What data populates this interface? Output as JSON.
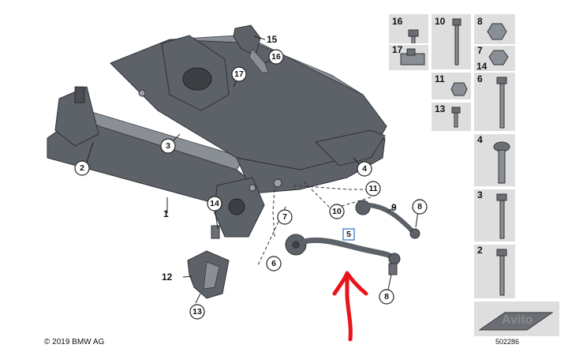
{
  "copyright": "© 2019 BMW AG",
  "image_code": "502286",
  "watermark": "Avito",
  "selected_part": "5",
  "callouts": [
    "1",
    "2",
    "3",
    "4",
    "6",
    "7",
    "8",
    "9",
    "10",
    "11",
    "12",
    "13",
    "14",
    "15",
    "16",
    "17"
  ],
  "legend": [
    {
      "number": "16"
    },
    {
      "number": "10"
    },
    {
      "number": "8"
    },
    {
      "number": "17"
    },
    {
      "number": "7"
    },
    {
      "number": "14"
    },
    {
      "number": "11"
    },
    {
      "number": "6"
    },
    {
      "number": "13"
    },
    {
      "number": "4"
    },
    {
      "number": "3"
    },
    {
      "number": "2"
    }
  ],
  "colors": {
    "part": "#5d6168",
    "panel": "#dedede",
    "highlight_arrow": "#e8141c",
    "selection_box": "#2a6fd1"
  }
}
